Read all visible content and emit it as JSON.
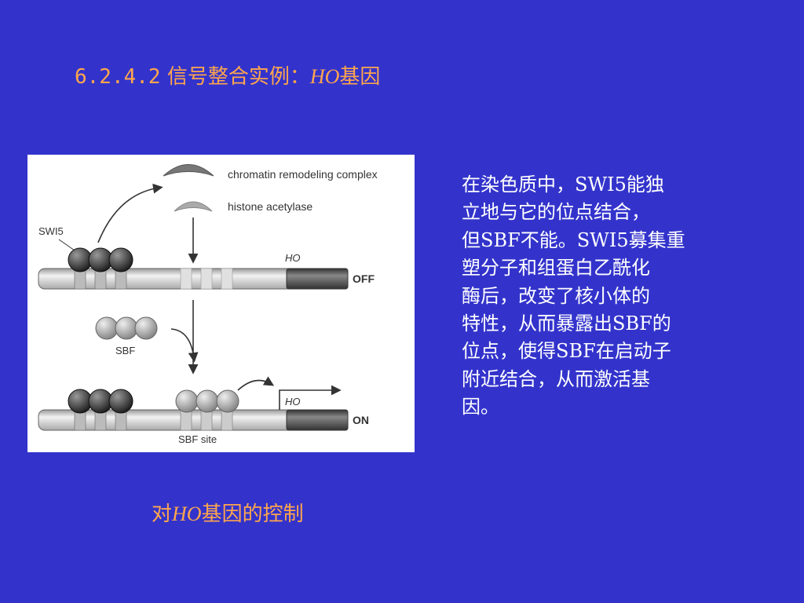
{
  "slide": {
    "title_number": "6.2.4.2",
    "title_text": "信号整合实例：",
    "title_gene": "HO",
    "title_suffix": "基因",
    "caption_prefix": "对",
    "caption_gene": "HO",
    "caption_suffix": "基因的控制",
    "background_color": "#3333cc",
    "accent_color": "#ffa64d"
  },
  "figure": {
    "complex_label": "chromatin remodeling complex",
    "acetylase_label": "histone acetylase",
    "swi5_label": "SWI5",
    "gene_label_top": "HO",
    "state_off": "OFF",
    "sbf_label": "SBF",
    "gene_label_bottom": "HO",
    "state_on": "ON",
    "site_label": "SBF site"
  },
  "body": {
    "lines": [
      "在染色质中，SWI5能独",
      "立地与它的位点结合，",
      "但SBF不能。SWI5募集重",
      "塑分子和组蛋白乙酰化",
      "酶后，改变了核小体的",
      "特性，从而暴露出SBF的",
      "位点，使得SBF在启动子",
      "附近结合，从而激活基",
      "因。"
    ]
  }
}
